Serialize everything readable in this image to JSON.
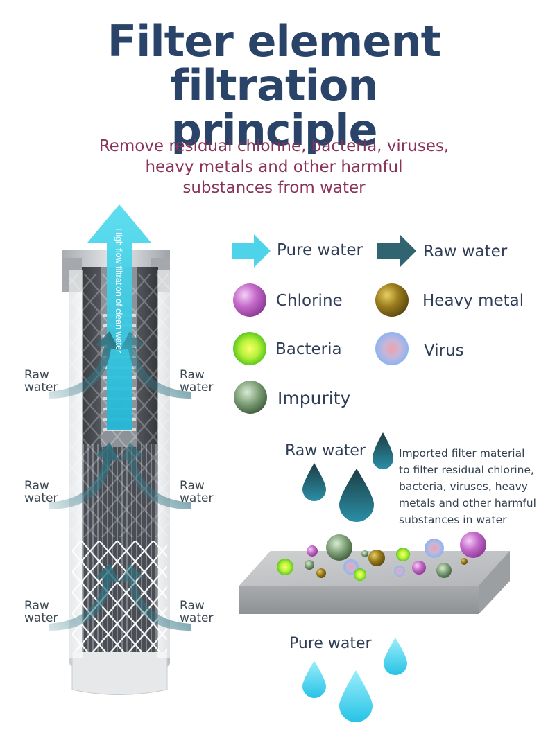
{
  "title": {
    "line1": "Filter element filtration",
    "line2": "principle"
  },
  "subtitle": {
    "line1": "Remove residual chlorine, bacteria, viruses,",
    "line2": "heavy metals and other harmful",
    "line3": "substances from water"
  },
  "cartridge": {
    "center_text": "High flow filtration of clean water",
    "raw_water_label": {
      "line1": "Raw",
      "line2": "water"
    }
  },
  "legend": {
    "pure_water": "Pure water",
    "raw_water": "Raw water",
    "chlorine": "Chlorine",
    "heavy_metal": "Heavy metal",
    "bacteria": "Bacteria",
    "virus": "Virus",
    "impurity": "Impurity"
  },
  "process": {
    "raw_water": "Raw water",
    "pure_water": "Pure water",
    "description": {
      "line1": "Imported filter material",
      "line2": "to filter residual chlorine,",
      "line3": "bacteria, viruses, heavy",
      "line4": "metals and other harmful",
      "line5": "substances in water"
    }
  },
  "colors": {
    "title": "#2a4469",
    "subtitle": "#8a3358",
    "pure_water": "#4fd3ea",
    "raw_water": "#2f6470",
    "chlorine": "#c46ac9",
    "heavy_metal": "#9b7d1e",
    "bacteria": "#8ee02e",
    "virus": "#a8b8e8",
    "impurity": "#6f9068"
  }
}
